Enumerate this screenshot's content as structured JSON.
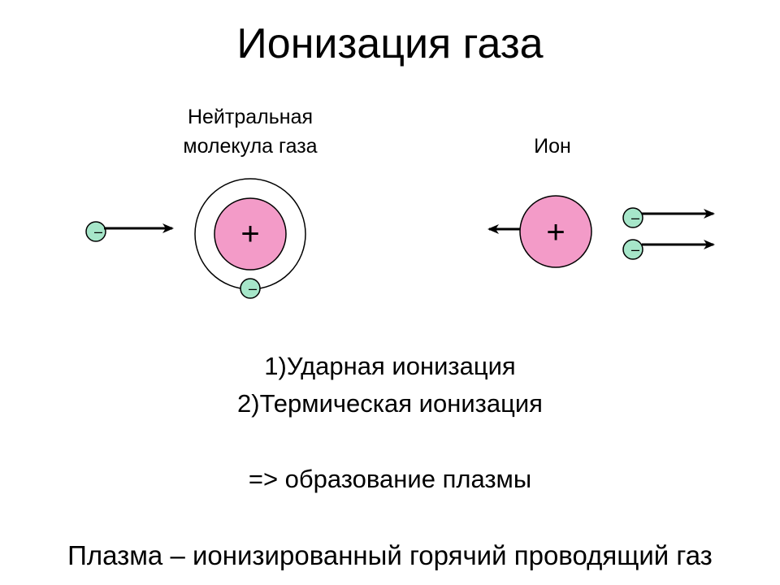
{
  "title": "Ионизация газа",
  "labels": {
    "neutral_line1": "Нейтральная",
    "neutral_line2": "молекула газа",
    "ion": "Ион"
  },
  "signs": {
    "plus": "+",
    "minus": "–"
  },
  "list": {
    "item1": "1)Ударная ионизация",
    "item2": "2)Термическая ионизация"
  },
  "result": "=> образование плазмы",
  "definition": "Плазма – ионизированный горячий проводящий газ",
  "colors": {
    "nucleus": "#f39bc8",
    "electron": "#a6e6c9",
    "stroke": "#000000"
  }
}
